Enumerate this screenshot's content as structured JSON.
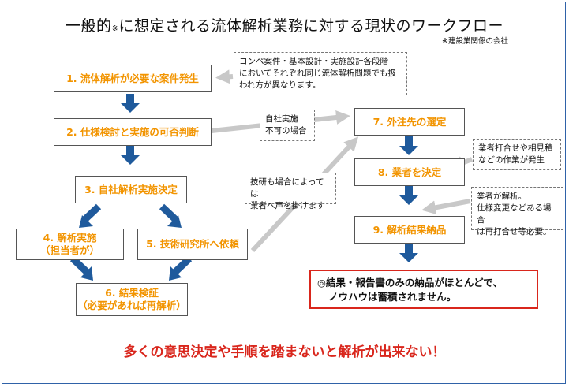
{
  "title": "一般的",
  "title_mark": "※",
  "title_rest": "に想定される流体解析業務に対する現状のワークフロー",
  "note": "※建設業関係の会社",
  "steps": [
    "1. 流体解析が必要な案件発生",
    "2. 仕様検討と実施の可否判断",
    "3. 自社解析実施決定",
    "4. 解析実施",
    "（担当者が）",
    "5. 技術研究所へ依頼",
    "6. 結果検証",
    "（必要があれば再解析）",
    "7. 外注先の選定",
    "8. 業者を決定",
    "9. 解析結果納品"
  ],
  "notes": {
    "n1_l1": "コンペ案件・基本設計・実施設計各段階",
    "n1_l2": "においてそれぞれ同じ流体解析問題でも扱",
    "n1_l3": "われ方が異なります。",
    "n2_l1": "自社実施",
    "n2_l2": "不可の場合",
    "n3_l1": "技研も場合によっては",
    "n3_l2": "業者へ声を掛けます",
    "n4_l1": "業者打合せや相見積",
    "n4_l2": "などの作業が発生",
    "n5_l1": "業者が解析。",
    "n5_l2": "仕様変更などある場合",
    "n5_l3": "は再打合せ等必要。"
  },
  "result_l1": "◎結果・報告書のみの納品がほとんどで、",
  "result_l2": "ノウハウは蓄積されません。",
  "conclusion": "多くの意思決定や手順を踏まないと解析が出来ない！",
  "colors": {
    "frame": "#2f62a8",
    "arrow": "#1f5a9c",
    "gray_arrow": "#c8c8c8",
    "step_text": "#f29400",
    "alert": "#d9261c"
  }
}
